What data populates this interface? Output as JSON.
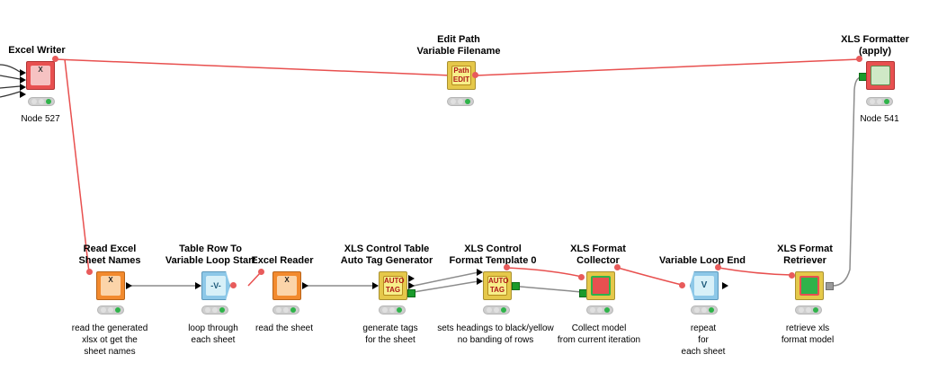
{
  "colors": {
    "variable_connection": "#e8504f",
    "data_connection": "#8c8c8c",
    "sink_node": "#e85050",
    "source_node": "#f28a2e",
    "flow_node": "#8dc8e8",
    "other_node": "#e5c84a",
    "status_green": "#2fb34a"
  },
  "nodes": {
    "excel_writer": {
      "title": "Excel Writer",
      "annotation": "Node 527",
      "icon": "excel-writer-icon"
    },
    "edit_path": {
      "title_line1": "Edit Path",
      "title_line2": "Variable Filename",
      "glyph": "Path\nEDIT",
      "icon": "edit-path-icon"
    },
    "xls_formatter": {
      "title_line1": "XLS Formatter",
      "title_line2": "(apply)",
      "annotation": "Node 541",
      "icon": "xls-formatter-icon"
    },
    "read_excel_sheet_names": {
      "title_line1": "Read Excel",
      "title_line2": "Sheet Names",
      "annotation_lines": [
        "read the generated",
        "xlsx ot get the",
        "sheet names"
      ],
      "icon": "excel-sheet-reader-icon"
    },
    "table_row_to_variable": {
      "title_line1": "Table Row To",
      "title_line2": "Variable Loop Start",
      "annotation_lines": [
        "loop through",
        "each sheet"
      ],
      "icon": "loop-start-icon"
    },
    "excel_reader": {
      "title": "Excel Reader",
      "annotation": "read the sheet",
      "icon": "excel-reader-icon"
    },
    "xls_auto_tag": {
      "title_line1": "XLS Control Table",
      "title_line2": "Auto Tag Generator",
      "annotation_lines": [
        "generate tags",
        "for the sheet"
      ],
      "glyph": "AUTO\nTAG",
      "icon": "auto-tag-icon"
    },
    "xls_format_template": {
      "title_line1": "XLS Control",
      "title_line2": "Format Template 0",
      "annotation_lines": [
        "sets headings to black/yellow",
        "no banding of rows"
      ],
      "glyph": "AUTO\nTAG",
      "icon": "format-template-icon"
    },
    "xls_format_collector": {
      "title_line1": "XLS Format",
      "title_line2": "Collector",
      "annotation_lines": [
        "Collect model",
        "from current iteration"
      ],
      "icon": "format-collector-icon"
    },
    "variable_loop_end": {
      "title": "Variable Loop End",
      "annotation_lines": [
        "repeat",
        "for",
        "each sheet"
      ],
      "icon": "loop-end-icon"
    },
    "xls_format_retriever": {
      "title_line1": "XLS Format",
      "title_line2": "Retriever",
      "annotation_lines": [
        "retrieve xls",
        "format model"
      ],
      "icon": "format-retriever-icon"
    }
  }
}
